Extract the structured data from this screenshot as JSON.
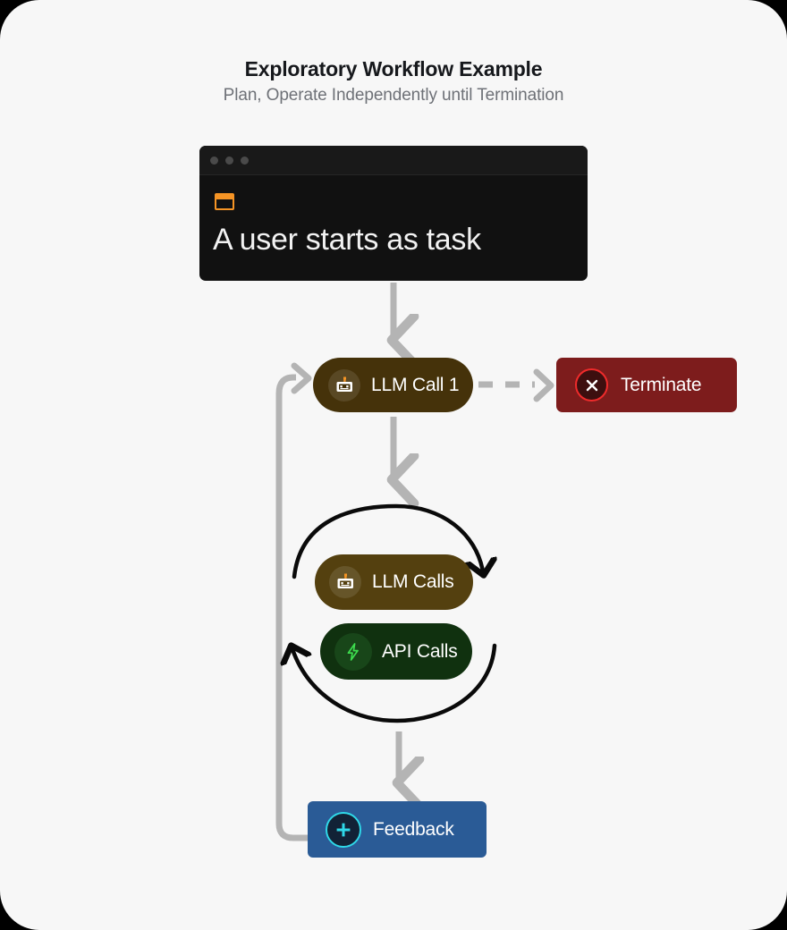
{
  "heading": {
    "title": "Exploratory Workflow Example",
    "subtitle": "Plan, Operate Independently until Termination"
  },
  "terminal": {
    "icon": "browser-window-icon",
    "text": "A user starts as task",
    "dots": [
      "dot-red",
      "dot-yellow",
      "dot-green"
    ]
  },
  "nodes": {
    "llm_call_1": {
      "label": "LLM Call 1",
      "icon": "robot-icon",
      "color": "#45320a"
    },
    "terminate": {
      "label": "Terminate",
      "icon": "circle-x-icon",
      "color": "#7d1c1c"
    },
    "llm_calls": {
      "label": "LLM Calls",
      "icon": "robot-icon",
      "color": "#54400f"
    },
    "api_calls": {
      "label": "API Calls",
      "icon": "lightning-bolt-icon",
      "color": "#10310f"
    },
    "feedback": {
      "label": "Feedback",
      "icon": "circle-plus-icon",
      "color": "#2a5b96"
    }
  },
  "colors": {
    "page_background": "#f7f7f7",
    "arrow_gray": "#b4b4b4",
    "loop_arrow_black": "#0a0a0a",
    "accent_orange": "#f59425",
    "accent_green": "#3ddc4e",
    "accent_cyan": "#2fd8e8",
    "accent_red": "#ef2b2b"
  },
  "edges": [
    {
      "from": "terminal",
      "to": "llm_call_1",
      "style": "solid-arrow-down"
    },
    {
      "from": "llm_call_1",
      "to": "terminate",
      "style": "dashed-arrow-right"
    },
    {
      "from": "llm_call_1",
      "to": "loop",
      "style": "solid-arrow-down"
    },
    {
      "from": "loop",
      "to": "feedback",
      "style": "solid-arrow-down"
    },
    {
      "from": "feedback",
      "to": "llm_call_1",
      "style": "solid-arrow-loop-left"
    },
    {
      "from": "llm_calls",
      "to": "api_calls",
      "style": "circular-loop-arrows"
    }
  ]
}
